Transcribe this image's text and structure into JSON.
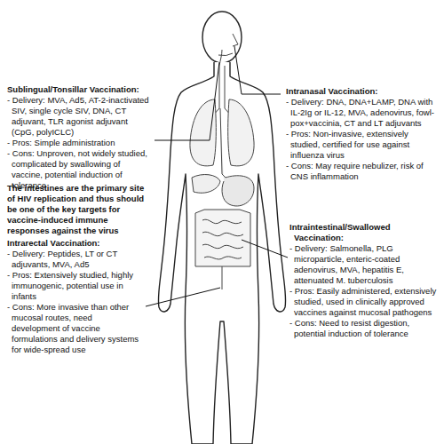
{
  "diagram": {
    "labels": [
      "Sublingual/Tonsillar Vaccination:",
      "- Delivery: MVA, Ad5, AT-2-inactivated SIV, single cycle SIV, DNA, CT adjuvant, TLR agonist adjuvant (CpG, polyICLC)",
      "- Pros: Simple administration",
      "- Cons: Unproven, not widely studied, complicated by swallowing of vaccine, potential induction of tolerance",
      "The intestines are the primary site of HIV replication and thus should be one of the key targets for vaccine-induced immune responses against the virus",
      "Intrarectal Vaccination:",
      "- Delivery: Peptides, LT or CT adjuvants, MVA, Ad5",
      "- Pros: Extensively studied, highly immunogenic, potential use in infants",
      "- Cons: More invasive than other mucosal routes, need development of vaccine formulations and delivery systems for wide-spread use",
      "Intranasal Vaccination:",
      "- Delivery: DNA, DNA+LAMP, DNA with IL-2Ig or IL-12, MVA, adenovirus, fowl-pox+vaccinia, CT and LT adjuvants",
      "- Pros: Non-invasive, extensively studied, certified for use against influenza virus",
      "- Cons: May require nebulizer, risk of CNS inflammation",
      "Intraintestinal/Swallowed Vaccination:",
      "- Delivery: Salmonella, PLG microparticle, enteric-coated adenovirus, MVA, hepatitis E, attenuated M. tuberculosis",
      "- Pros: Easily administered, extensively studied, used in clinically approved vaccines against mucosal pathogens",
      "- Cons: Need to resist digestion, potential induction of tolerance"
    ]
  }
}
